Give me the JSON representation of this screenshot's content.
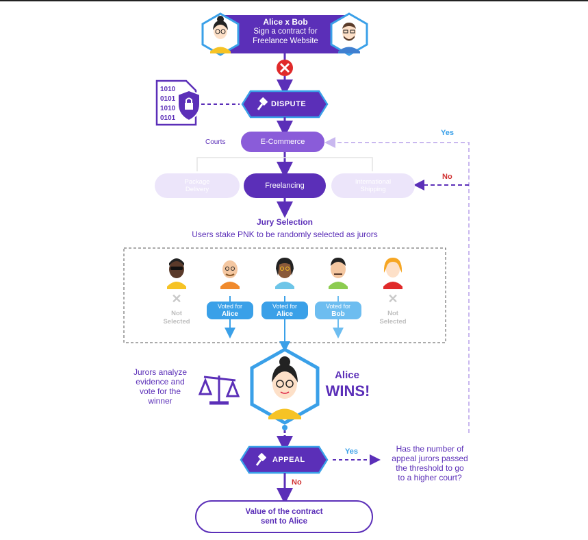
{
  "contract": {
    "title": "Alice x Bob",
    "line1": "Sign a contract for",
    "line2": "Freelance Website"
  },
  "dispute_label": "DISPUTE",
  "binary_lines": [
    "1010",
    "0101",
    "1010",
    "0101"
  ],
  "courts": {
    "label": "Courts",
    "general": "E-Commerce",
    "selected": "Freelancing",
    "left_faded": "Package\nDelivery",
    "right_faded": "International\nShipping"
  },
  "feedback": {
    "yes": "Yes",
    "no": "No"
  },
  "jury": {
    "title": "Jury Selection",
    "subtitle": "Users stake PNK to be randomly selected as jurors",
    "jurors": [
      {
        "status": "Not\nSelected",
        "vote_prefix": "",
        "vote_target": ""
      },
      {
        "status": "",
        "vote_prefix": "Voted for",
        "vote_target": "Alice"
      },
      {
        "status": "",
        "vote_prefix": "Voted for",
        "vote_target": "Alice"
      },
      {
        "status": "",
        "vote_prefix": "Voted for",
        "vote_target": "Bob"
      },
      {
        "status": "Not\nSelected",
        "vote_prefix": "",
        "vote_target": ""
      }
    ]
  },
  "analyze_text": "Jurors analyze\nevidence and\nvote for the\nwinner",
  "winner": {
    "name": "Alice",
    "result": "WINS!"
  },
  "appeal": {
    "label": "APPEAL",
    "yes": "Yes",
    "no": "No",
    "question": "Has the number of\nappeal jurors passed\nthe threshold to go\nto a higher court?"
  },
  "final_text": "Value of the contract\nsent to Alice",
  "colors": {
    "purple": "#5b2fb8",
    "light_purple": "#8a5cd9",
    "faded": "#ece5fa",
    "blue": "#3aa0e8",
    "light_blue": "#6dbdf0",
    "red": "#e02a2a",
    "gray_text": "#bdbdbd",
    "dark_blue_text": "#2c8fd6"
  },
  "icons": [
    "alice-avatar",
    "bob-avatar",
    "cancel-icon",
    "gavel-icon",
    "locked-file-icon",
    "scale-icon",
    "juror-avatar",
    "close-icon",
    "arrow-icon"
  ]
}
